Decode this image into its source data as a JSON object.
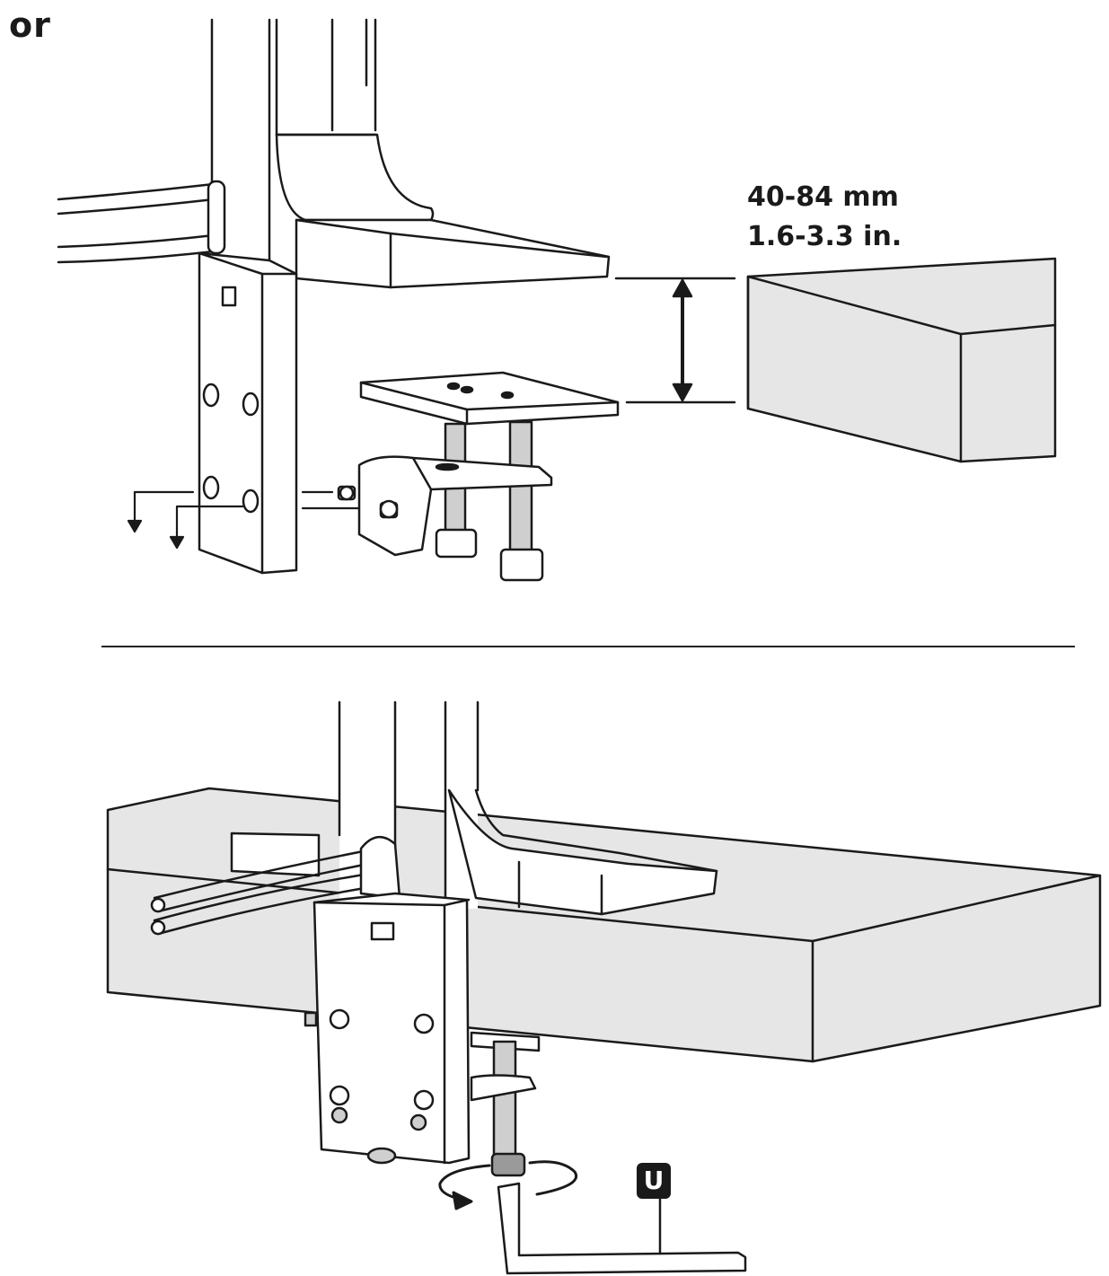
{
  "header": {
    "alternative_label": "or"
  },
  "dimension": {
    "metric": "40-84 mm",
    "imperial": "1.6-3.3 in."
  },
  "tool": {
    "letter": "U"
  },
  "colors": {
    "line": "#1a1a1a",
    "face": "#ffffff",
    "shade": "#e6e6e6",
    "shade_dark": "#cfcfcf"
  }
}
